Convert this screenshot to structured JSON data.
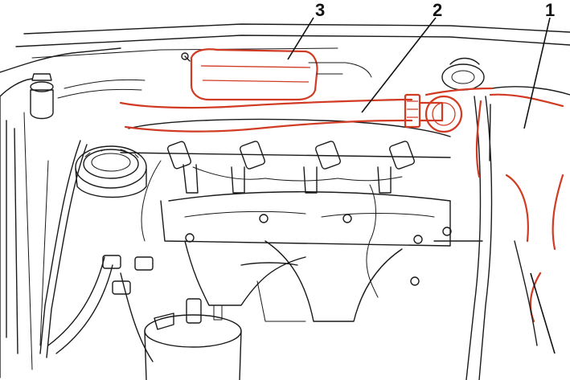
{
  "callouts": [
    {
      "label": "3"
    },
    {
      "label": "2"
    },
    {
      "label": "1"
    }
  ],
  "colors": {
    "highlight": "#d13b24",
    "linework": "#1a1a1a",
    "background": "#ffffff"
  }
}
